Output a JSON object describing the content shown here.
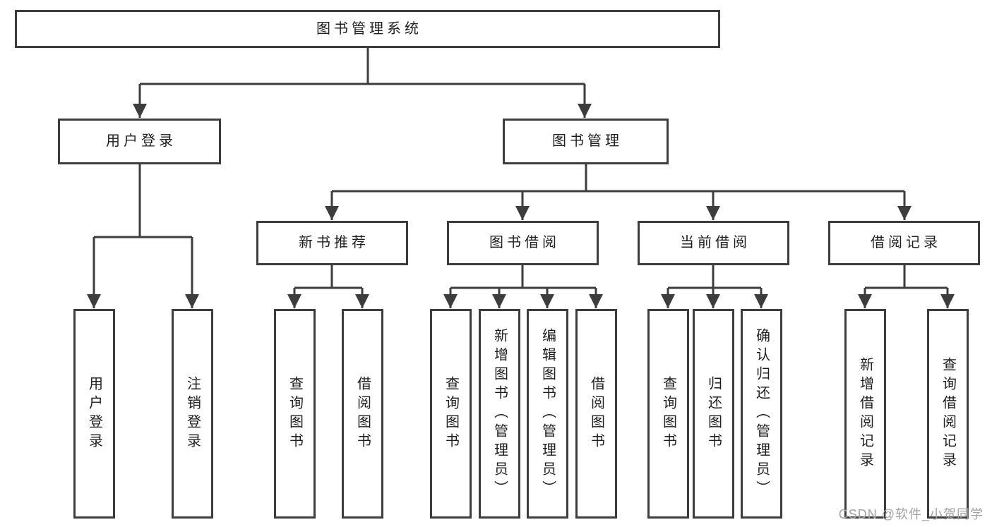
{
  "diagram": {
    "title": "图书管理系统",
    "root": {
      "label": "图书管理系统"
    },
    "level2": [
      {
        "label": "用户登录"
      },
      {
        "label": "图书管理"
      }
    ],
    "level3": [
      {
        "label": "新书推荐"
      },
      {
        "label": "图书借阅"
      },
      {
        "label": "当前借阅"
      },
      {
        "label": "借阅记录"
      }
    ],
    "leaves": {
      "user_login": [
        "用户登录",
        "注销登录"
      ],
      "new_book_recommend": [
        "查询图书",
        "借阅图书"
      ],
      "book_borrow": [
        "查询图书",
        "新增图书（管理员）",
        "编辑图书（管理员）",
        "借阅图书"
      ],
      "current_borrow": [
        "查询图书",
        "归还图书",
        "确认归还（管理员）"
      ],
      "borrow_records": [
        "新增借阅记录",
        "查询借阅记录"
      ]
    },
    "watermark": "CSDN @软件_小贺同学",
    "colors": {
      "line": "#3d3d3d",
      "text": "#1f1f1f",
      "watermark": "#a3a3a3",
      "background": "#ffffff"
    }
  }
}
